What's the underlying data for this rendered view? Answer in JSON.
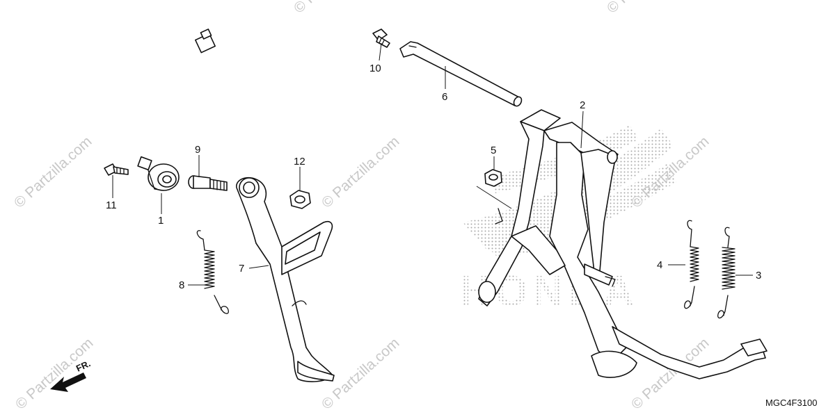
{
  "diagram": {
    "watermark_text": "© Partzilla.com",
    "drawing_code": "MGC4F3100",
    "direction_label": "FR.",
    "logo_text": "HONDA",
    "callouts": [
      {
        "id": "c1",
        "label": "1"
      },
      {
        "id": "c2",
        "label": "2"
      },
      {
        "id": "c3",
        "label": "3"
      },
      {
        "id": "c4",
        "label": "4"
      },
      {
        "id": "c5",
        "label": "5"
      },
      {
        "id": "c6",
        "label": "6"
      },
      {
        "id": "c7",
        "label": "7"
      },
      {
        "id": "c8",
        "label": "8"
      },
      {
        "id": "c9",
        "label": "9"
      },
      {
        "id": "c10",
        "label": "10"
      },
      {
        "id": "c11",
        "label": "11"
      },
      {
        "id": "c12",
        "label": "12"
      }
    ]
  }
}
